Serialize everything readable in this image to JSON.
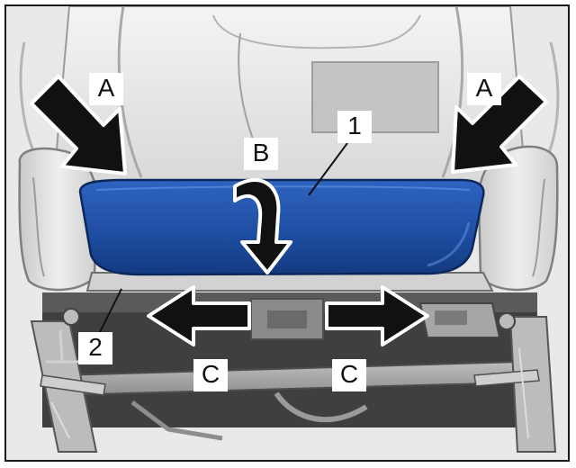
{
  "callouts": {
    "a_left": "A",
    "a_right": "A",
    "b": "B",
    "c_left": "C",
    "c_right": "C",
    "part_1": "1",
    "part_2": "2"
  },
  "colors": {
    "cushion": "#1f4fa3",
    "arrow": "#111111",
    "seat_shading": "#d6d6d6"
  },
  "icons": {
    "press_arrow": "arrow-down-diagonal-icon",
    "pull_arrow": "curved-arrow-down-icon",
    "push_arrow": "arrow-horizontal-icon"
  }
}
